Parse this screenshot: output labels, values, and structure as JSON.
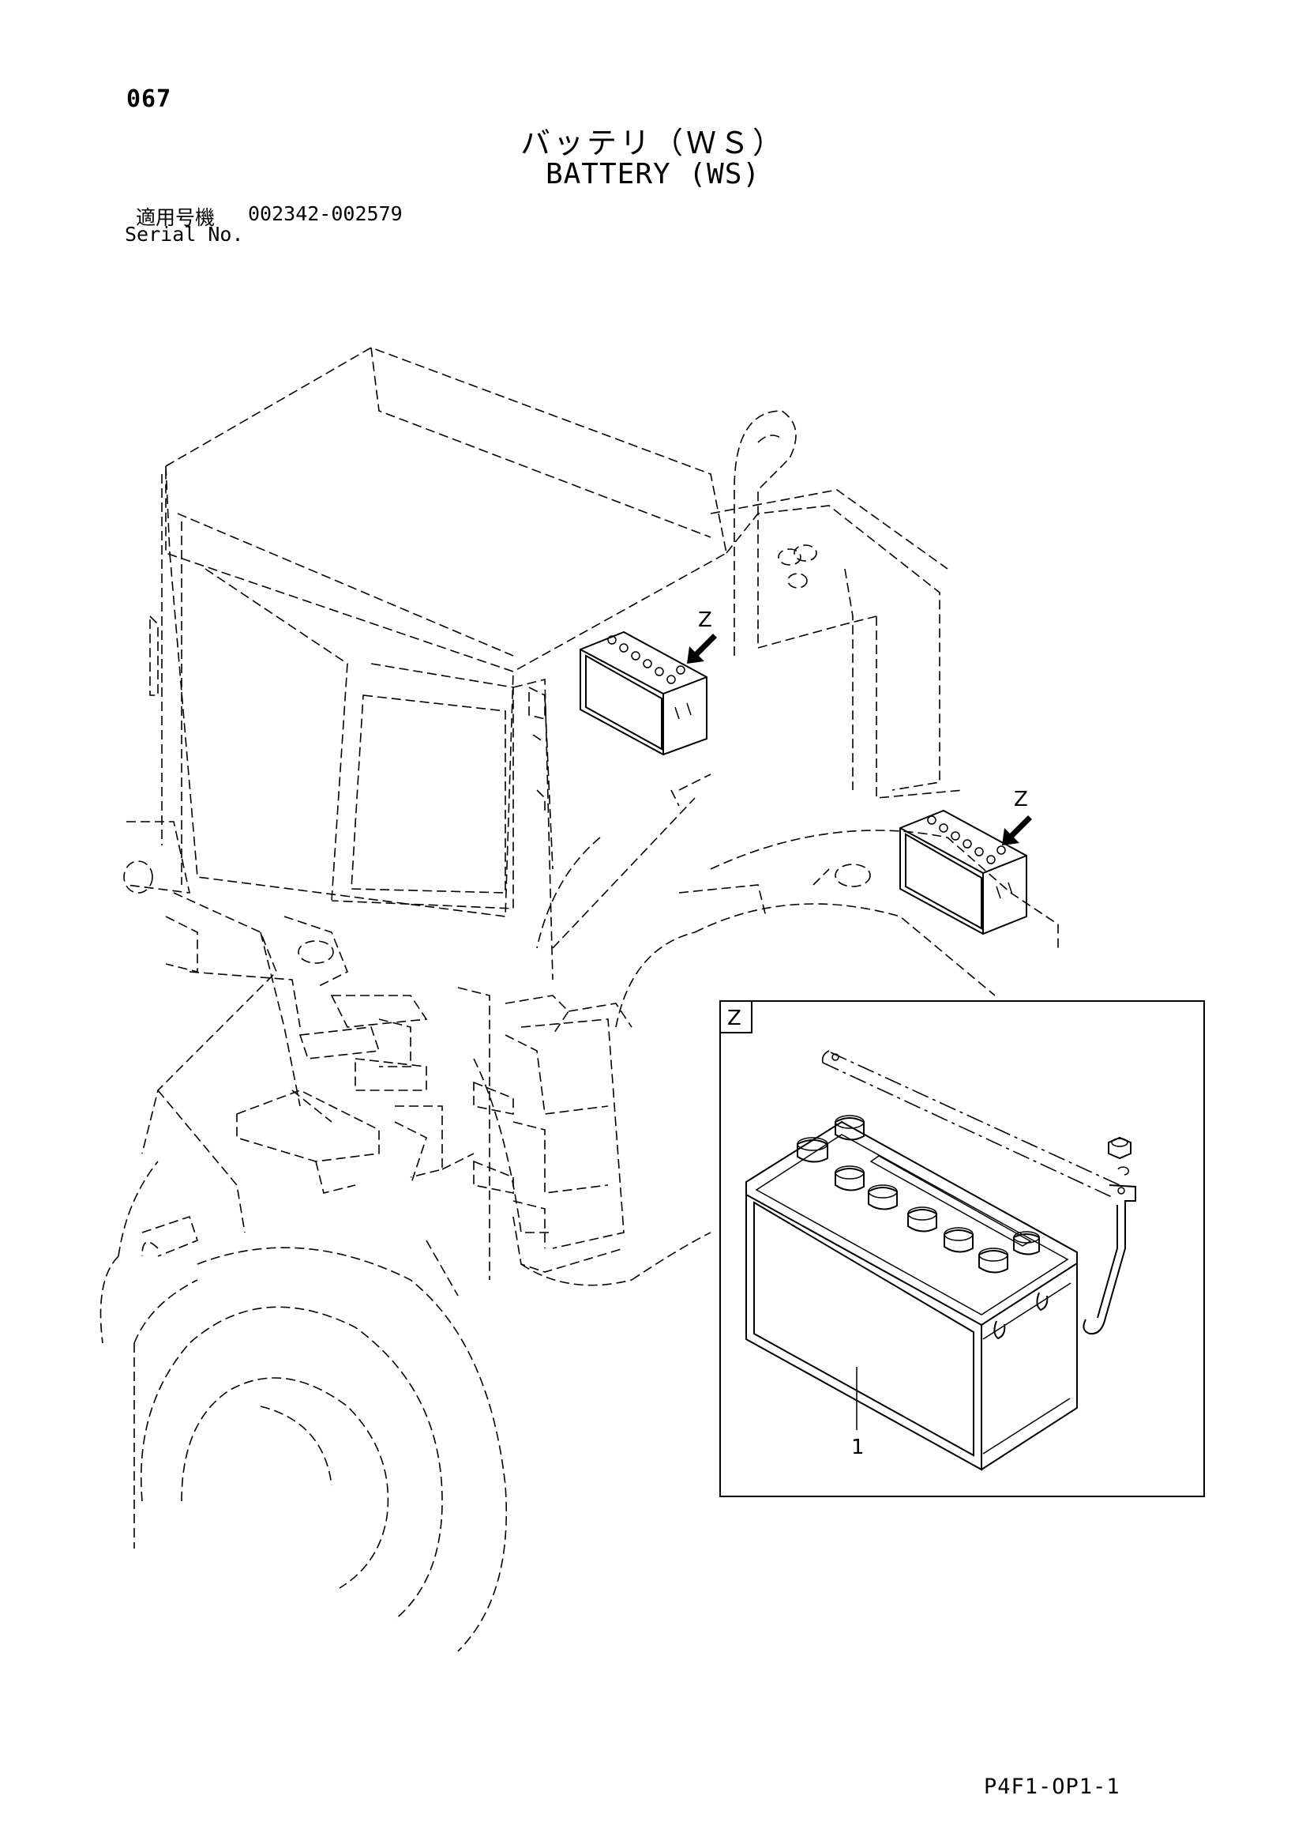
{
  "page": {
    "page_number": "067",
    "title_jp": "バッテリ（ＷＳ）",
    "title_en": "BATTERY (WS)",
    "serial_label_jp": "適用号機",
    "serial_range": "002342-002579",
    "serial_label_en": "Serial No.",
    "footer_code": "P4F1-OP1-1"
  },
  "diagram": {
    "view_marker_1": "Z",
    "view_marker_2": "Z",
    "detail_box_label": "Z",
    "part_callout": "1"
  }
}
